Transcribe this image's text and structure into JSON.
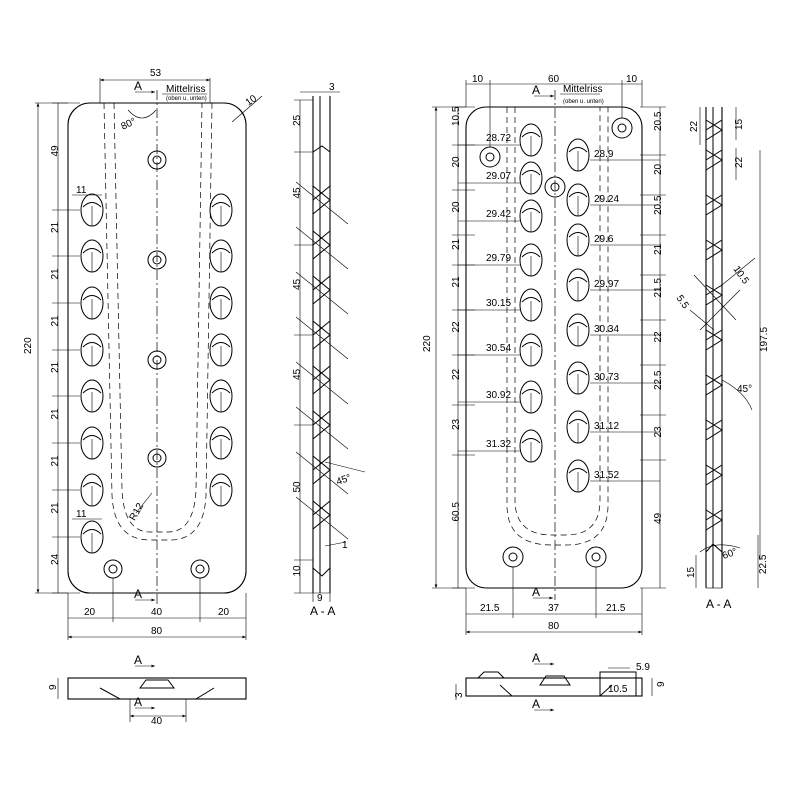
{
  "left": {
    "top_w": "53",
    "radius_top": "10",
    "angle": "80°",
    "mittelriss": "Mittelriss",
    "mittelriss_sub": "(oben u. unten)",
    "a": "A",
    "overall_h": "220",
    "rows": [
      "49",
      "21",
      "21",
      "21",
      "21",
      "21",
      "21",
      "21",
      "24"
    ],
    "hole_w_top": "11",
    "hole_w_bot": "11",
    "radius_slot": "R12",
    "bot_20a": "20",
    "bot_40": "40",
    "bot_20b": "20",
    "width_80": "80",
    "side_3": "3",
    "side_dims": [
      "25",
      "45",
      "45",
      "45",
      "50",
      "10"
    ],
    "side_angle": "45°",
    "side_1": "1",
    "side_9": "9",
    "section": "A - A",
    "bottom_9": "9",
    "bottom_40": "40"
  },
  "right": {
    "top_10a": "10",
    "top_60": "60",
    "top_10b": "10",
    "mittelriss": "Mittelriss",
    "mittelriss_sub": "(oben u. unten)",
    "a": "A",
    "overall_h": "220",
    "left_rows": [
      "10.5",
      "20",
      "20",
      "21",
      "21",
      "22",
      "22",
      "23",
      "60.5"
    ],
    "right_rows": [
      "20.5",
      "20",
      "20.5",
      "21",
      "21.5",
      "22",
      "22.5",
      "23",
      "49"
    ],
    "left_labels": [
      "28.72",
      "29.07",
      "29.42",
      "29.79",
      "30.15",
      "30.54",
      "30.92",
      "31.32"
    ],
    "right_labels": [
      "28.9",
      "29.24",
      "29.6",
      "29.97",
      "30.34",
      "30.73",
      "31.12",
      "31.52"
    ],
    "bot_21a": "21.5",
    "bot_37": "37",
    "bot_21b": "21.5",
    "width_80": "80",
    "side_22a": "22",
    "side_15a": "15",
    "side_22b": "22",
    "side_105": "10.5",
    "side_55": "5.5",
    "side_1975": "197.5",
    "side_45": "45°",
    "side_60": "60°",
    "side_15b": "15",
    "side_225": "22.5",
    "section": "A - A",
    "b_59": "5.9",
    "b_105": "10.5",
    "b_9": "9",
    "b_3": "3"
  }
}
